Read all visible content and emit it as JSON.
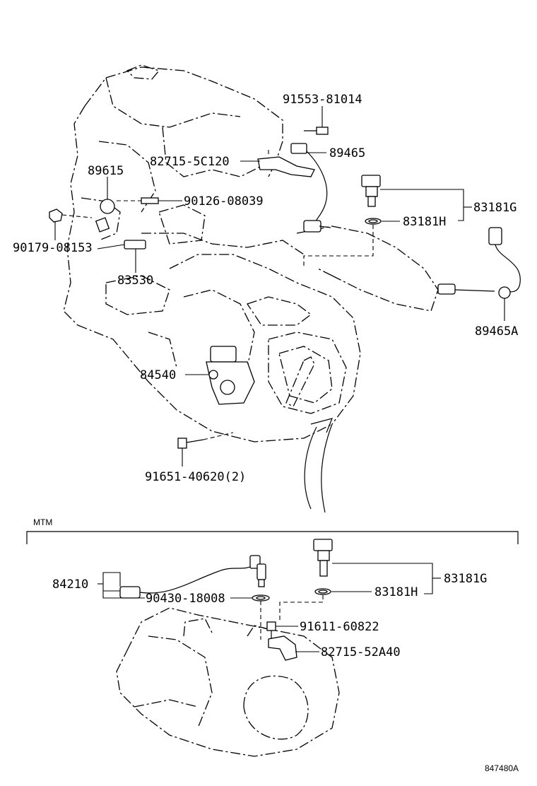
{
  "diagram": {
    "section_label": "MTM",
    "figure_id": "847480A",
    "at_parts": [
      {
        "key": "p91553",
        "number": "91553-81014"
      },
      {
        "key": "p89465",
        "number": "89465"
      },
      {
        "key": "p82715a",
        "number": "82715-5C120"
      },
      {
        "key": "p89615",
        "number": "89615"
      },
      {
        "key": "p90126",
        "number": "90126-08039"
      },
      {
        "key": "p83181g",
        "number": "83181G"
      },
      {
        "key": "p83181h",
        "number": "83181H"
      },
      {
        "key": "p90179",
        "number": "90179-08153"
      },
      {
        "key": "p83530",
        "number": "83530"
      },
      {
        "key": "p89465a",
        "number": "89465A"
      },
      {
        "key": "p84540",
        "number": "84540"
      },
      {
        "key": "p91651",
        "number": "91651-40620(2)"
      }
    ],
    "mtm_parts": [
      {
        "key": "m84210",
        "number": "84210"
      },
      {
        "key": "m90430",
        "number": "90430-18008"
      },
      {
        "key": "m83181g",
        "number": "83181G"
      },
      {
        "key": "m83181h",
        "number": "83181H"
      },
      {
        "key": "m91611",
        "number": "91611-60822"
      },
      {
        "key": "m82715",
        "number": "82715-52A40"
      }
    ]
  }
}
